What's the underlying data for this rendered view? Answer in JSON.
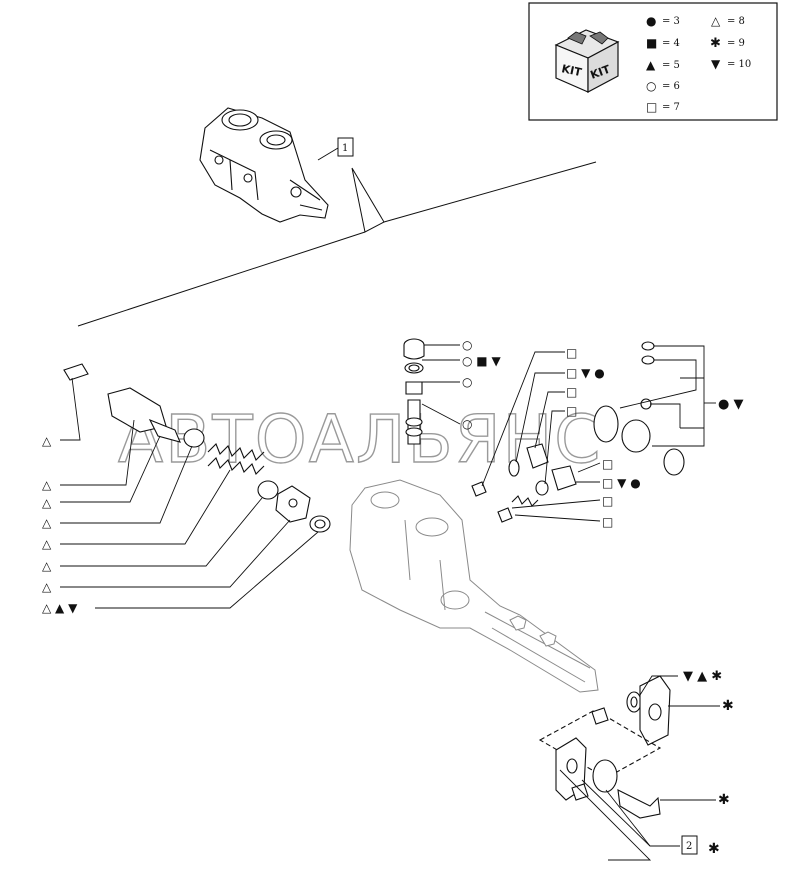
{
  "legend": {
    "kit_word": "KIT",
    "entries": [
      {
        "symbol": "filled-circle",
        "glyph": "●",
        "text": "= 3"
      },
      {
        "symbol": "filled-square",
        "glyph": "■",
        "text": "= 4"
      },
      {
        "symbol": "filled-triangle",
        "glyph": "▲",
        "text": "= 5"
      },
      {
        "symbol": "open-circle",
        "glyph": "○",
        "text": "= 6"
      },
      {
        "symbol": "open-square",
        "glyph": "□",
        "text": "= 7"
      },
      {
        "symbol": "open-triangle",
        "glyph": "△",
        "text": "= 8"
      },
      {
        "symbol": "star",
        "glyph": "✱",
        "text": "= 9"
      },
      {
        "symbol": "filled-down-triangle",
        "glyph": "▼",
        "text": "= 10"
      }
    ]
  },
  "callouts": {
    "assembly": "1",
    "sub_assembly": "2"
  },
  "watermark": "АВТОАЛЬЯНС",
  "labels": {
    "top_stack": [
      "○",
      "○ ■ ▼",
      "○",
      "○"
    ],
    "middle_squares": [
      "□",
      "□ ▼ ●",
      "□",
      "□"
    ],
    "right_rings": "● ▼",
    "right_lower": [
      "□",
      "□ ▼ ●",
      "□",
      "□"
    ],
    "left_column": [
      "△",
      "△",
      "△",
      "△",
      "△",
      "△",
      "△",
      "△ ▲ ▼"
    ],
    "bottom_right_1": "▼ ▲  ✱",
    "bottom_right_2": "✱",
    "bottom_right_3": "✱",
    "bottom_right_4": "✱"
  },
  "colors": {
    "line": "#111111",
    "faint": "#8a8a8a"
  }
}
